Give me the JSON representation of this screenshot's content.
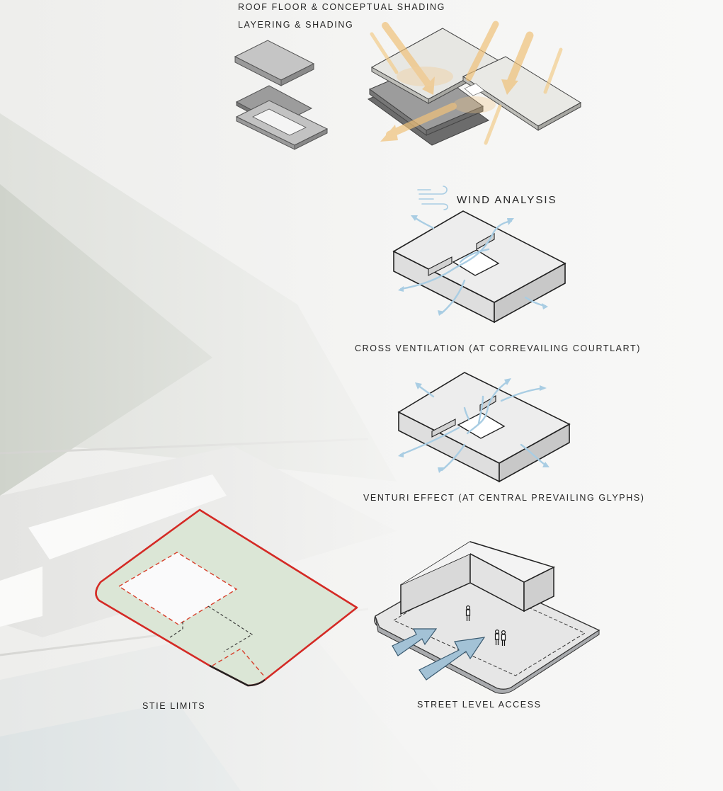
{
  "labels": {
    "roof_title": "ROOF FLOOR & CONCEPTUAL SHADING",
    "layering": "LAYERING & SHADING",
    "wind_title": "WIND ANALYSIS",
    "cross_vent": "CROSS VENTILATION (AT CORREVAILING COURTLART)",
    "venturi": "VENTURI EFFECT (AT CENTRAL PREVAILING GLYPHS)",
    "site_limits": "STIE LIMITS",
    "street_access": "STREET LEVEL ACCESS"
  },
  "colors": {
    "site_boundary": "#d42a25",
    "site_fill": "#dbe6d6",
    "setback_line": "#d8402c",
    "wind_arrow": "#a9cde3",
    "sun_ray": "#f0c27a",
    "access_arrow": "#a3c2d6"
  },
  "icons": {
    "wind": "wind-icon",
    "person": "person-icon"
  }
}
